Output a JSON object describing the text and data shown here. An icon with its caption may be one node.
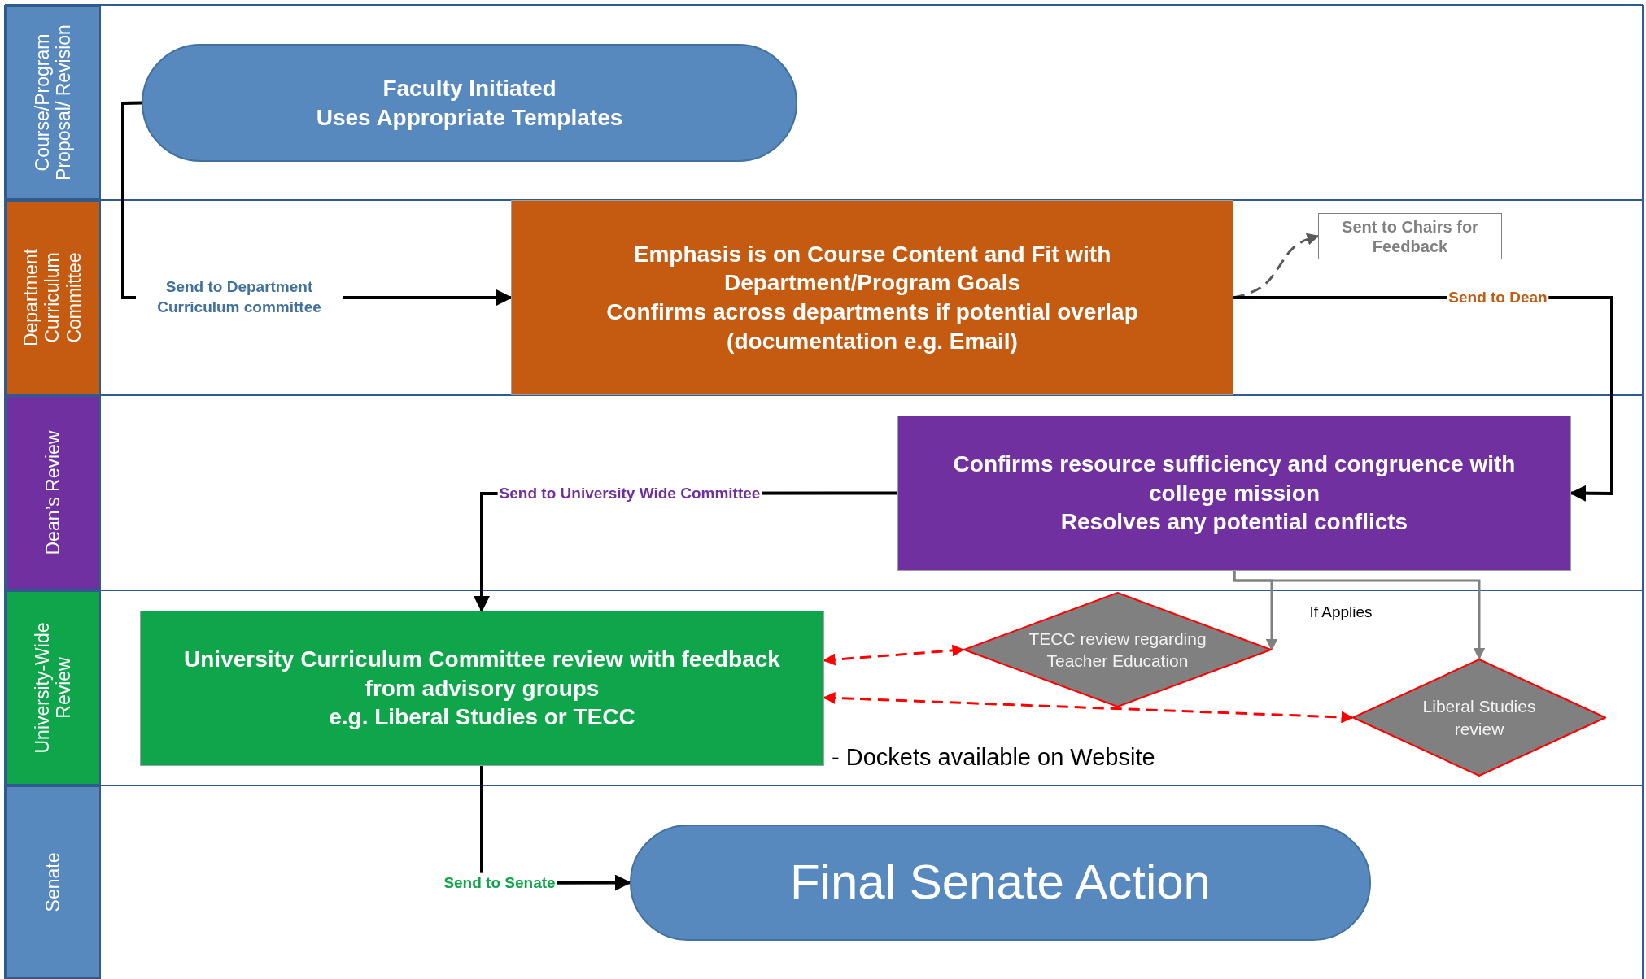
{
  "diagram": {
    "nodes": [
      {
        "text": [
          "Course/Program Proposal/ Revision"
        ]
      },
      {
        "text": [
          "Department Curriculum Committee"
        ]
      },
      {
        "text": [
          "Dean’s Review"
        ]
      },
      {
        "text": [
          "University-Wide Review"
        ]
      },
      {
        "text": [
          "Senate"
        ]
      },
      {
        "text": [
          "Faculty Initiated",
          "Uses Appropriate Templates"
        ]
      },
      {
        "text": [
          "Emphasis is on Course Content and Fit with Department/Program Goals",
          "Confirms across departments if potential overlap (documentation e.g. Email)"
        ]
      },
      {
        "text": [
          "Sent to Chairs for Feedback"
        ]
      },
      {
        "text": [
          "Confirms resource sufficiency and congruence with college mission",
          "Resolves any potential conflicts"
        ]
      },
      {
        "text": [
          "University Curriculum Committee review with feedback from advisory groups",
          "e.g. Liberal Studies or TECC"
        ],
        "beside": [
          "- Dockets available on Website"
        ]
      },
      {
        "text": [
          "TECC review regarding Teacher Education"
        ]
      },
      {
        "text": [
          "Liberal Studies review"
        ]
      },
      {
        "text": [
          "Final Senate Action"
        ]
      }
    ],
    "edges": [
      {
        "from": 5,
        "to": 6,
        "arrow": "to",
        "label": "Send to Department Curriculum committee"
      },
      {
        "from": 6,
        "to": 7,
        "arrow": "to",
        "style": "dashed",
        "color": "#595959"
      },
      {
        "from": 6,
        "to": 8,
        "arrow": "to",
        "label": "Send to Dean"
      },
      {
        "from": 8,
        "to": 9,
        "arrow": "to",
        "label": "Send to University Wide Committee"
      },
      {
        "from": 9,
        "to": 12,
        "arrow": "to",
        "label": "Send to Senate"
      },
      {
        "from": 8,
        "to": 10,
        "arrow": "to",
        "label": "If Applies",
        "color": "#808080"
      },
      {
        "from": 8,
        "to": 11,
        "arrow": "to",
        "color": "#808080"
      },
      {
        "from": 9,
        "to": 10,
        "arrow": "both",
        "style": "dashed",
        "color": "#ff0000"
      },
      {
        "from": 9,
        "to": 11,
        "arrow": "both",
        "style": "dashed",
        "color": "#ff0000"
      }
    ]
  }
}
